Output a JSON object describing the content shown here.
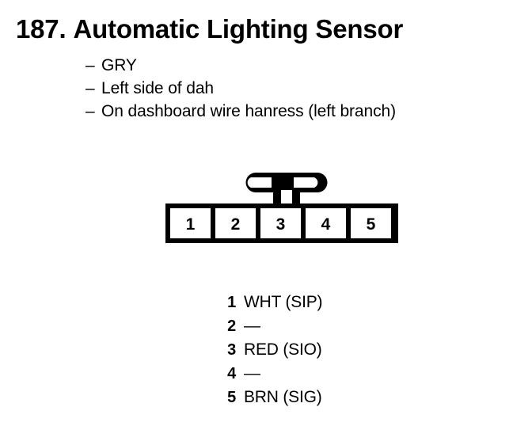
{
  "page": {
    "background_color": "#ffffff",
    "ink_color": "#000000"
  },
  "header": {
    "number": "187.",
    "title": "Automatic Lighting Sensor"
  },
  "notes": {
    "dash": "–",
    "items": [
      "GRY",
      "Left side of dah",
      "On dashboard wire hanress (left branch)"
    ]
  },
  "connector": {
    "cells": [
      "1",
      "2",
      "3",
      "4",
      "5"
    ]
  },
  "pinout": {
    "rows": [
      {
        "pin": "1",
        "label": "WHT (SIP)"
      },
      {
        "pin": "2",
        "label": "—"
      },
      {
        "pin": "3",
        "label": "RED (SIO)"
      },
      {
        "pin": "4",
        "label": "—"
      },
      {
        "pin": "5",
        "label": "BRN (SIG)"
      }
    ]
  }
}
